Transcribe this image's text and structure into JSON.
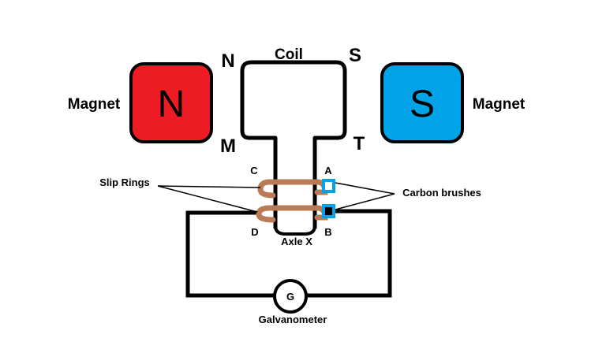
{
  "magnets": {
    "left": {
      "letter": "N",
      "label": "Magnet",
      "color": "#ED1C24"
    },
    "right": {
      "letter": "S",
      "label": "Magnet",
      "color": "#00A2E8"
    }
  },
  "coil": {
    "title": "Coil",
    "corners": {
      "top_left": "N",
      "top_right": "S",
      "bottom_left": "M",
      "bottom_right": "T"
    }
  },
  "slip_rings": {
    "label": "Slip Rings",
    "color": "#B97A57",
    "points": {
      "C": "C",
      "A": "A",
      "D": "D",
      "B": "B"
    }
  },
  "brushes": {
    "label": "Carbon brushes",
    "color": "#00A2E8"
  },
  "axle": {
    "label": "Axle X"
  },
  "galvanometer": {
    "symbol": "G",
    "label": "Galvanometer"
  }
}
